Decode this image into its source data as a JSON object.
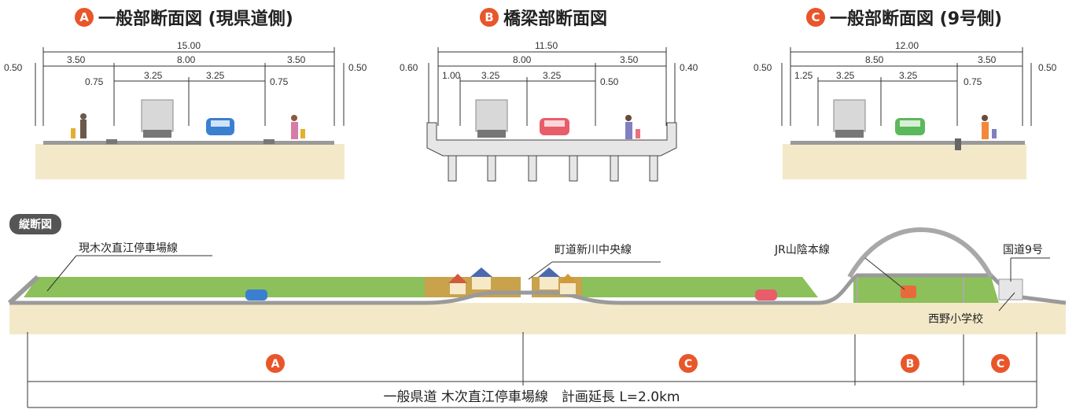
{
  "sections": {
    "a": {
      "badge": "A",
      "title": "一般部断面図 (現県道側)"
    },
    "b": {
      "badge": "B",
      "title": "橋梁部断面図"
    },
    "c": {
      "badge": "C",
      "title": "一般部断面図 (9号側)"
    }
  },
  "dims": {
    "a": {
      "total": "15.00",
      "left_edge": "0.50",
      "right_edge": "0.50",
      "side_l": "3.50",
      "center": "8.00",
      "side_r": "3.50",
      "sh_l": "0.75",
      "lane1": "3.25",
      "lane2": "3.25",
      "sh_r": "0.75"
    },
    "b": {
      "total": "11.50",
      "left_edge": "0.60",
      "right_edge": "0.40",
      "center": "8.00",
      "side_r": "3.50",
      "sh_l": "1.00",
      "lane1": "3.25",
      "lane2": "3.25",
      "sh_r": "0.50"
    },
    "c": {
      "total": "12.00",
      "left_edge": "0.50",
      "right_edge": "0.50",
      "center": "8.50",
      "side_r": "3.50",
      "sh_l": "1.25",
      "lane1": "3.25",
      "lane2": "3.25",
      "sh_r": "0.75"
    }
  },
  "profile": {
    "label": "縦断図",
    "callout_start": "現木次直江停車場線",
    "callout_mid": "町道新川中央線",
    "callout_rail": "JR山陰本線",
    "callout_route": "国道9号",
    "callout_school": "西野小学校",
    "seg_a": "A",
    "seg_c1": "C",
    "seg_b": "B",
    "seg_c2": "C",
    "bottom_text": "一般県道 木次直江停車場線　計画延長 L=2.0km"
  },
  "colors": {
    "accent": "#e8562a",
    "grass": "#8cc05a",
    "sand": "#f3e9c9",
    "road": "#9a9a9a"
  }
}
